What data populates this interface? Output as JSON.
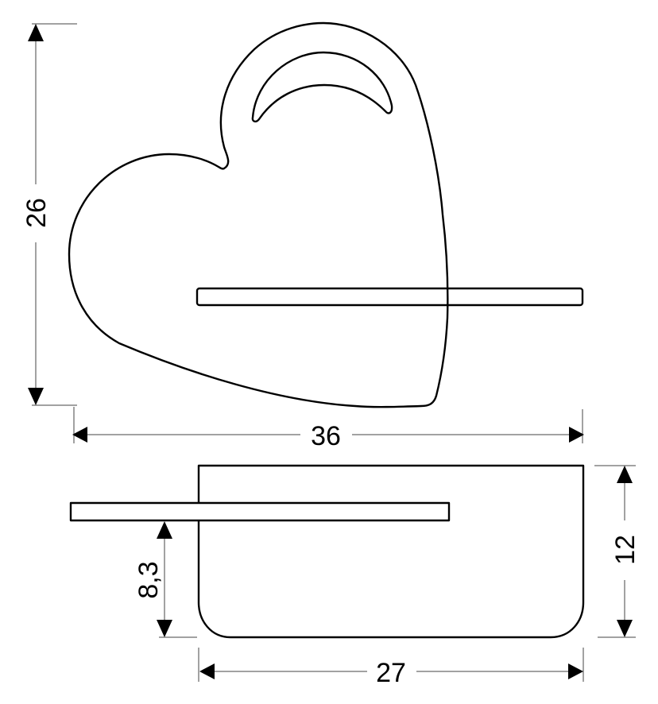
{
  "front_view": {
    "height_label": "26",
    "width_label": "36"
  },
  "side_view": {
    "shelf_height_label": "8,3",
    "depth_label": "12",
    "width_label": "27"
  }
}
